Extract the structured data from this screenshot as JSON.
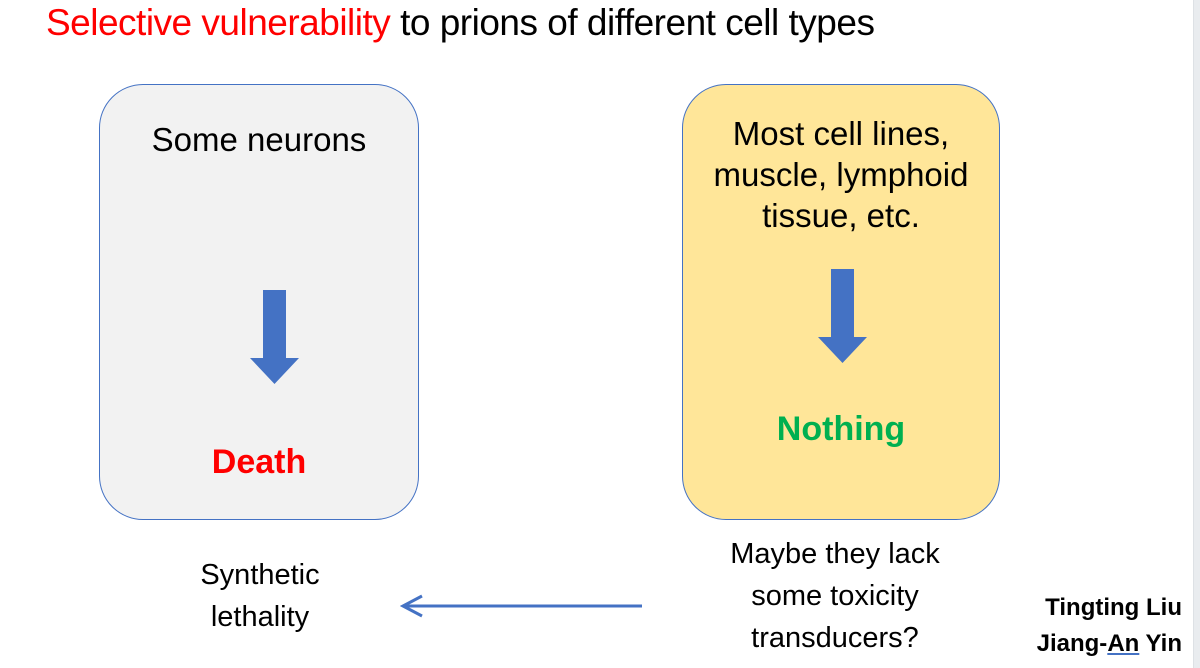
{
  "title": {
    "highlight": "Selective vulnerability",
    "rest": " to prions of different cell types"
  },
  "colors": {
    "highlight": "#ff0000",
    "arrow": "#4472c4",
    "death": "#ff0000",
    "nothing": "#00b050",
    "left_box_fill": "#f2f2f2",
    "right_box_fill": "#ffe699"
  },
  "left_box": {
    "heading": "Some neurons",
    "outcome": "Death"
  },
  "right_box": {
    "heading_lines": [
      "Most cell lines,",
      "muscle, lymphoid",
      "tissue, etc."
    ],
    "outcome": "Nothing"
  },
  "bottom": {
    "left_note_lines": [
      "Synthetic",
      "lethality"
    ],
    "right_note_lines": [
      "Maybe they lack",
      "some toxicity",
      "transducers?"
    ]
  },
  "credits": {
    "line1": "Tingting Liu",
    "line2_prefix": "Jiang-",
    "line2_underlined": "An",
    "line2_suffix": " Yin"
  }
}
